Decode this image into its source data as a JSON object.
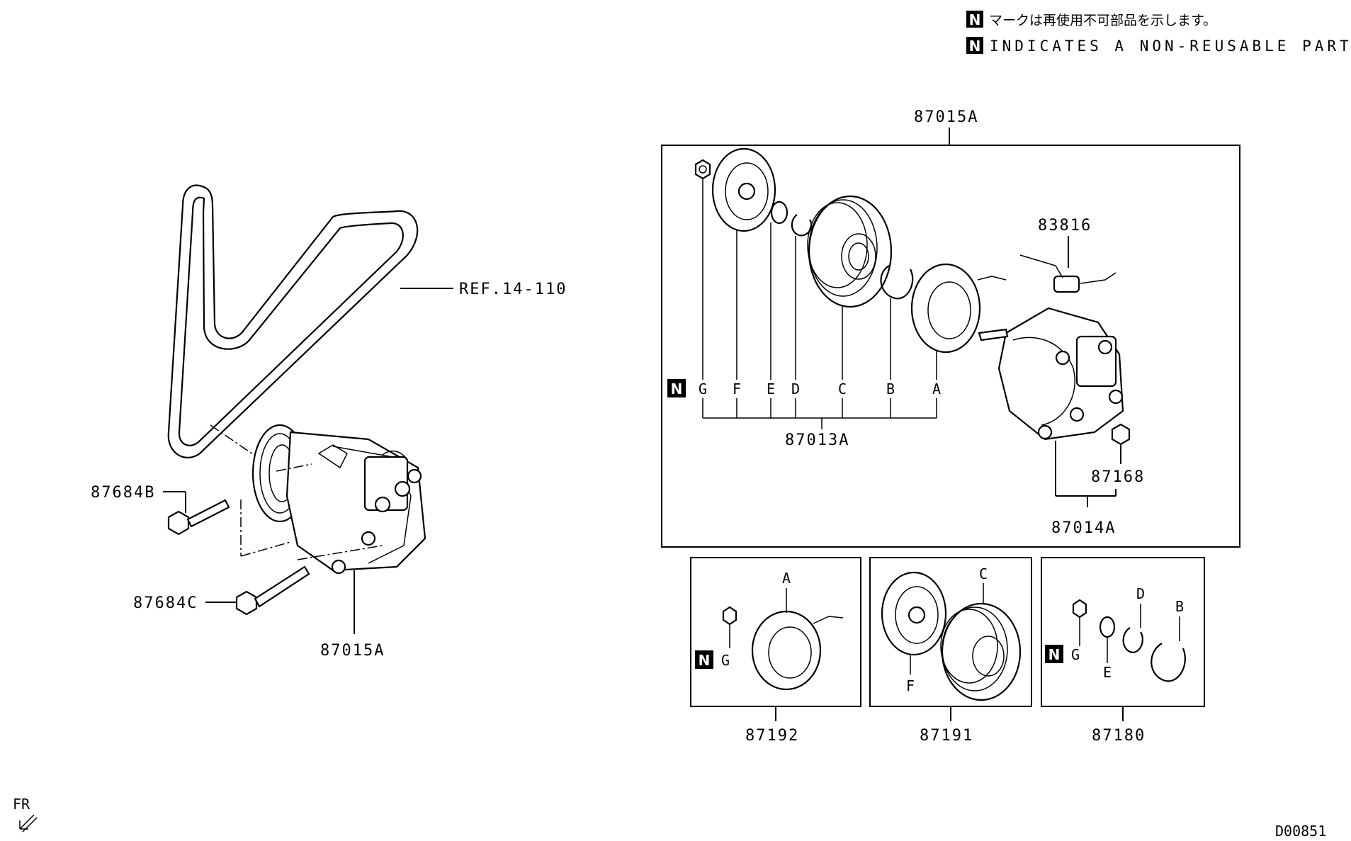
{
  "legend": {
    "badge": "N",
    "japanese": "マークは再使用不可部品を示します。",
    "english": "INDICATES A NON-REUSABLE PART."
  },
  "labels": {
    "belt_ref": "REF.14-110",
    "bolt_b": "87684B",
    "bolt_c": "87684C",
    "compressor_left": "87015A",
    "assembly_top": "87015A",
    "clutch_kit": "87013A",
    "sensor": "83816",
    "plug": "87168",
    "compressor_body": "87014A",
    "kit_coil": "87192",
    "kit_pulley": "87191",
    "kit_rings": "87180",
    "fr": "FR",
    "diagram_code": "D00851"
  },
  "letters": {
    "a": "A",
    "b": "B",
    "c": "C",
    "d": "D",
    "e": "E",
    "f": "F",
    "g": "G"
  }
}
